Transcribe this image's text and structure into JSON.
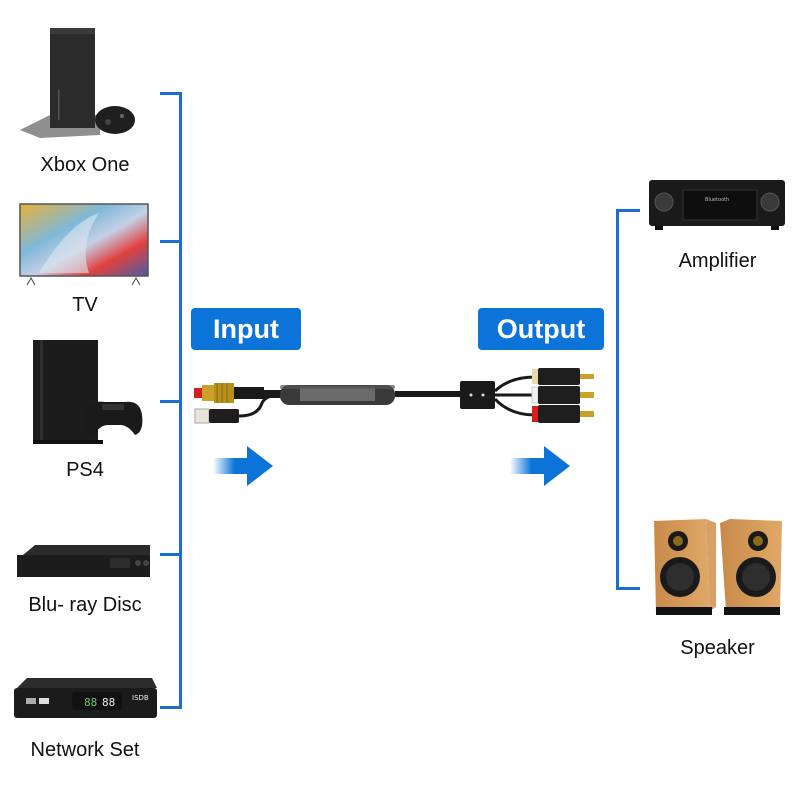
{
  "inputs": {
    "badge": "Input",
    "devices": [
      {
        "name": "Xbox One",
        "icon": "game-console-icon"
      },
      {
        "name": "TV",
        "icon": "tv-icon"
      },
      {
        "name": "PS4",
        "icon": "game-console-icon"
      },
      {
        "name": "Blu- ray Disc",
        "icon": "disc-player-icon"
      },
      {
        "name": "Network Set",
        "icon": "set-top-box-icon"
      }
    ]
  },
  "outputs": {
    "badge": "Output",
    "devices": [
      {
        "name": "Amplifier",
        "icon": "amplifier-icon"
      },
      {
        "name": "Speaker",
        "icon": "speaker-icon"
      }
    ]
  },
  "cable": {
    "input_connectors": [
      "optical-coaxial",
      "usb"
    ],
    "output_connectors": [
      "3.5mm",
      "rca-white",
      "rca-red"
    ]
  },
  "colors": {
    "accent": "#0c73d9",
    "bracket": "#1a6fd1",
    "rca_red": "#d91c1c",
    "rca_white": "#f2f2f2",
    "gold": "#c9a227"
  }
}
